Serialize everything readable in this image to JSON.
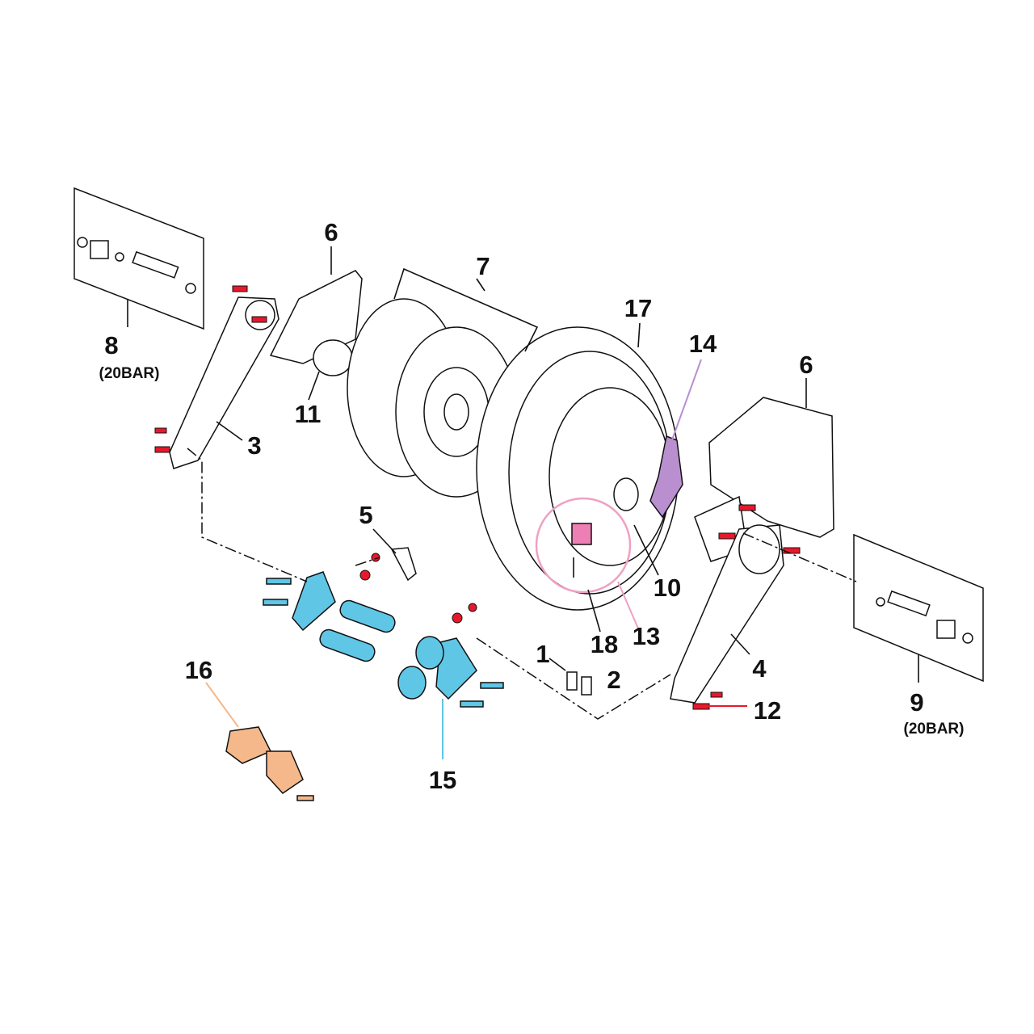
{
  "callouts": {
    "p1": "1",
    "p2": "2",
    "p3": "3",
    "p4": "4",
    "p5": "5",
    "p6a": "6",
    "p6b": "6",
    "p7": "7",
    "p8": "8",
    "p8_note": "(20BAR)",
    "p9": "9",
    "p9_note": "(20BAR)",
    "p10": "10",
    "p11": "11",
    "p12": "12",
    "p13": "13",
    "p14": "14",
    "p15": "15",
    "p16": "16",
    "p17": "17",
    "p18": "18"
  },
  "colors": {
    "bolt_red": "#e8182c",
    "bracket_blue": "#5fc6e6",
    "pawl_purple": "#b98fd0",
    "ratchet_pink": "#ee7fb4",
    "circle_pink": "#f0a0c4",
    "clamp_orange": "#f4b88a"
  }
}
